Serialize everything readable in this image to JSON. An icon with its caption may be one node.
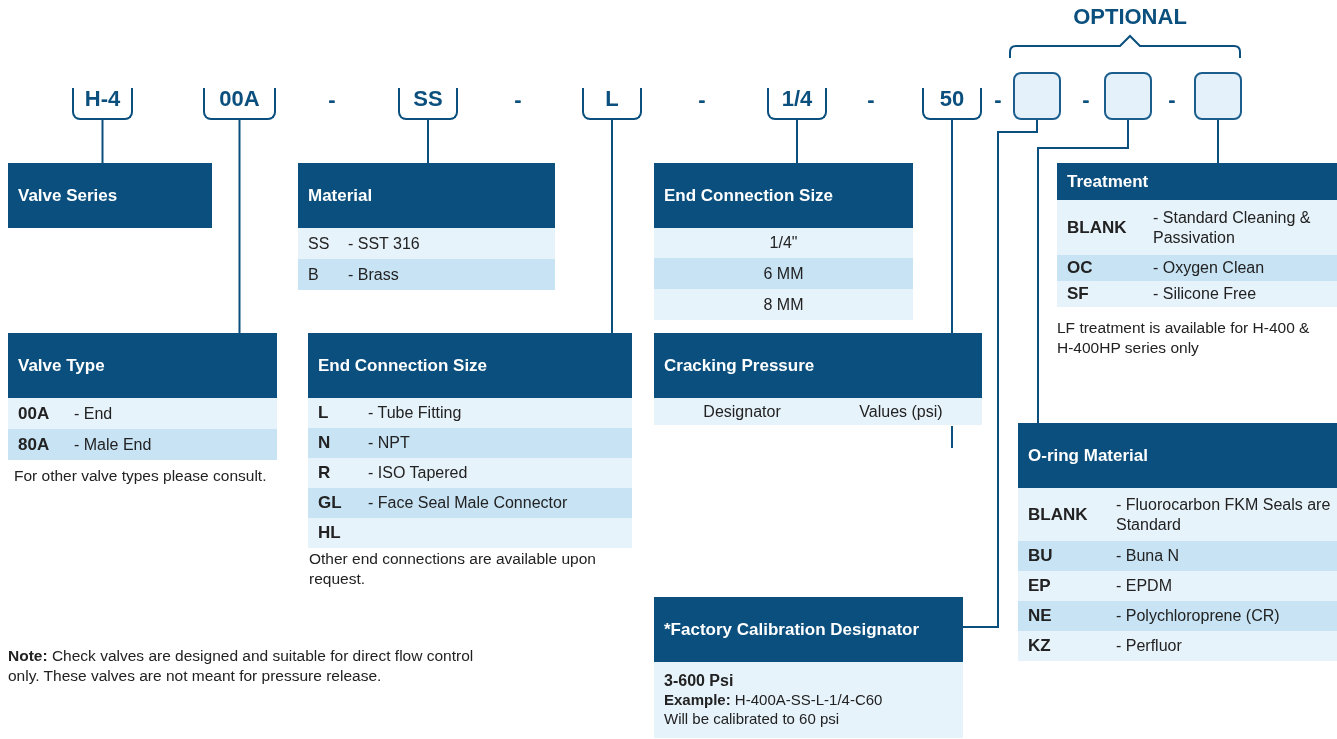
{
  "diagram": {
    "nodes": [
      {
        "text": [
          "H-4"
        ]
      },
      {
        "text": [
          "00A"
        ]
      },
      {
        "text": [
          "SS"
        ]
      },
      {
        "text": [
          "L"
        ]
      },
      {
        "text": [
          "1/4"
        ]
      },
      {
        "text": [
          "50"
        ]
      },
      {
        "text": [],
        "shape": "box"
      },
      {
        "text": [],
        "shape": "box"
      },
      {
        "text": [],
        "shape": "box"
      },
      {
        "text": [
          "Valve Series"
        ]
      },
      {
        "text": [
          "Material"
        ]
      },
      {
        "text": [
          "SS",
          "- SST 316"
        ]
      },
      {
        "text": [
          "B",
          "- Brass"
        ]
      },
      {
        "text": [
          "End Connection Size"
        ]
      },
      {
        "text": [
          "1/4\""
        ]
      },
      {
        "text": [
          "6 MM"
        ]
      },
      {
        "text": [
          "8 MM"
        ]
      },
      {
        "text": [
          "Treatment"
        ]
      },
      {
        "text": [
          "BLANK",
          "- Standard Cleaning & Passivation"
        ]
      },
      {
        "text": [
          "OC",
          "- Oxygen Clean"
        ]
      },
      {
        "text": [
          "SF",
          "- Silicone Free"
        ]
      },
      {
        "text": [
          "Valve Type"
        ]
      },
      {
        "text": [
          "00A",
          "- End"
        ]
      },
      {
        "text": [
          "80A",
          "- Male End"
        ]
      },
      {
        "text": [
          "End Connection Size"
        ]
      },
      {
        "text": [
          "L",
          "- Tube Fitting"
        ]
      },
      {
        "text": [
          "N",
          "- NPT"
        ]
      },
      {
        "text": [
          "R",
          "- ISO Tapered"
        ]
      },
      {
        "text": [
          "GL",
          "- Face Seal Male Connector"
        ]
      },
      {
        "text": [
          "HL"
        ]
      },
      {
        "text": [
          "Cracking Pressure"
        ]
      },
      {
        "text": [
          "Designator",
          "Values (psi)"
        ]
      },
      {
        "text": [
          "O-ring Material"
        ]
      },
      {
        "text": [
          "BLANK",
          "- Fluorocarbon FKM Seals are Standard"
        ]
      },
      {
        "text": [
          "BU",
          "- Buna N"
        ]
      },
      {
        "text": [
          "EP",
          "- EPDM"
        ]
      },
      {
        "text": [
          "NE",
          "- Polychloroprene (CR)"
        ]
      },
      {
        "text": [
          "KZ",
          "- Perfluor"
        ]
      },
      {
        "text": [
          "*Factory Calibration Designator"
        ]
      },
      {
        "text": [
          "3-600 Psi",
          "**Example:** H-400A-SS-L-1/4-C60",
          "Will be calibrated to 60 psi"
        ]
      }
    ],
    "edges": [
      {
        "from": 0,
        "to": 9,
        "arrow": "none"
      },
      {
        "from": 1,
        "to": 21,
        "arrow": "none"
      },
      {
        "from": 2,
        "to": 10,
        "arrow": "none"
      },
      {
        "from": 3,
        "to": 24,
        "arrow": "none"
      },
      {
        "from": 4,
        "to": 13,
        "arrow": "none"
      },
      {
        "from": 5,
        "to": 30,
        "arrow": "none"
      },
      {
        "from": 6,
        "to": 38,
        "arrow": "none"
      },
      {
        "from": 7,
        "to": 32,
        "arrow": "none"
      },
      {
        "from": 8,
        "to": 17,
        "arrow": "none"
      }
    ],
    "labels": [
      "OPTIONAL",
      "-",
      "-",
      "-",
      "-",
      "-",
      "-",
      "-",
      "LF treatment is available for H-400 & H-400HP series only",
      "For other valve types please consult.",
      "Other end connections are available upon request.",
      "**Note:** Check valves are designed and suitable for direct flow control only. These valves are not meant for pressure release."
    ]
  }
}
